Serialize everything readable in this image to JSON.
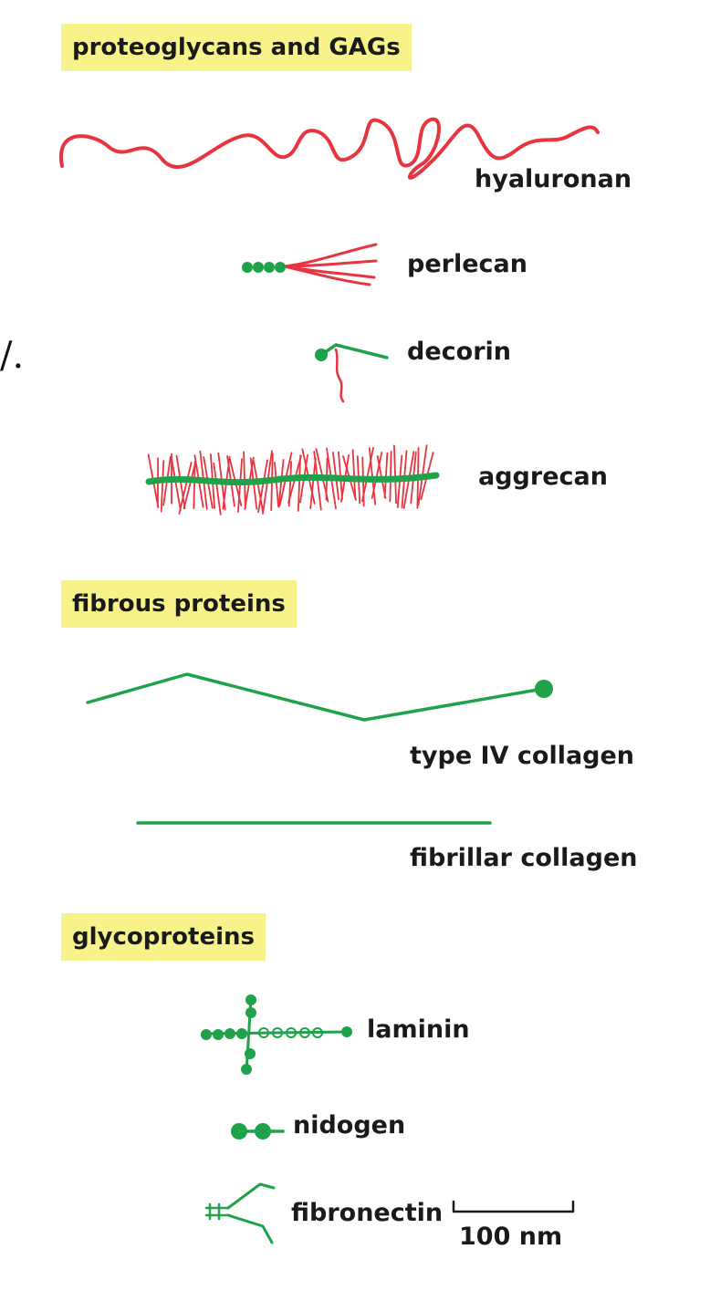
{
  "sections": {
    "proteoglycans": "proteoglycans and GAGs",
    "fibrous": "fibrous proteins",
    "glycoproteins": "glycoproteins"
  },
  "molecules": {
    "hyaluronan": "hyaluronan",
    "perlecan": "perlecan",
    "decorin": "decorin",
    "aggrecan": "aggrecan",
    "type_iv_collagen": "type IV collagen",
    "fibrillar_collagen": "fibrillar collagen",
    "laminin": "laminin",
    "nidogen": "nidogen",
    "fibronectin": "fibronectin"
  },
  "scale_bar": "100 nm",
  "stray_char": "/.",
  "colors": {
    "gag": "#e8343f",
    "protein": "#1fa24a",
    "header_highlight": "#f8f28a"
  }
}
